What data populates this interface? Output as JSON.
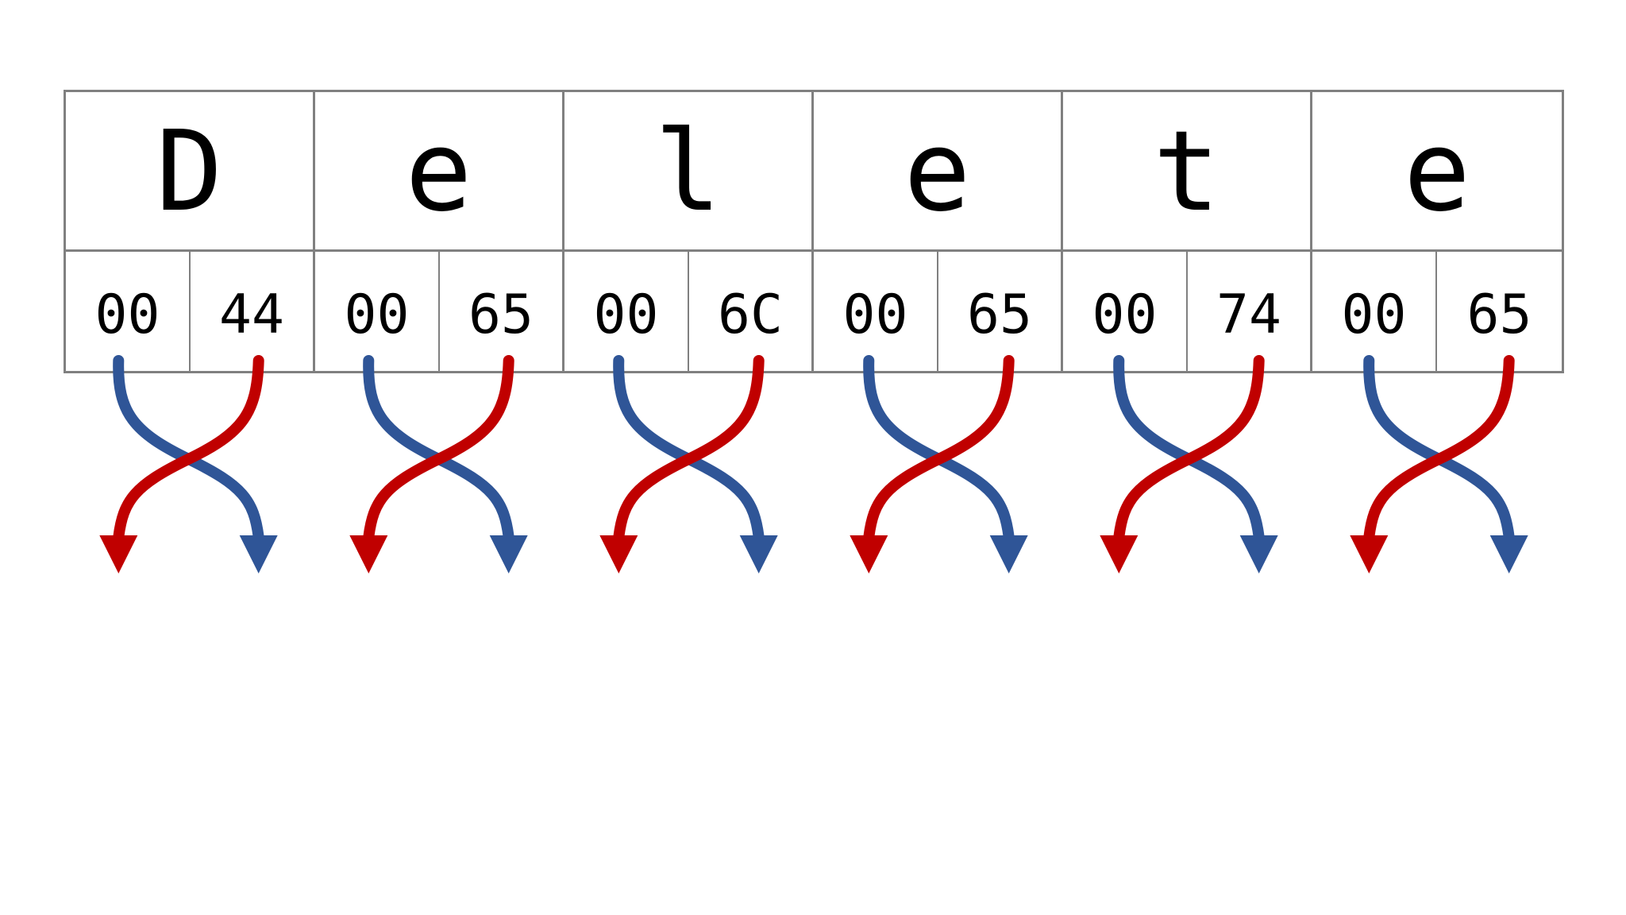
{
  "characters": [
    {
      "char": "D",
      "high": "00",
      "low": "44"
    },
    {
      "char": "e",
      "high": "00",
      "low": "65"
    },
    {
      "char": "l",
      "high": "00",
      "low": "6C"
    },
    {
      "char": "e",
      "high": "00",
      "low": "65"
    },
    {
      "char": "t",
      "high": "00",
      "low": "74"
    },
    {
      "char": "e",
      "high": "00",
      "low": "65"
    }
  ],
  "colors": {
    "high_byte_arrow": "#2f5597",
    "low_byte_arrow": "#c00000",
    "grid_border": "#808080",
    "text": "#000000"
  }
}
